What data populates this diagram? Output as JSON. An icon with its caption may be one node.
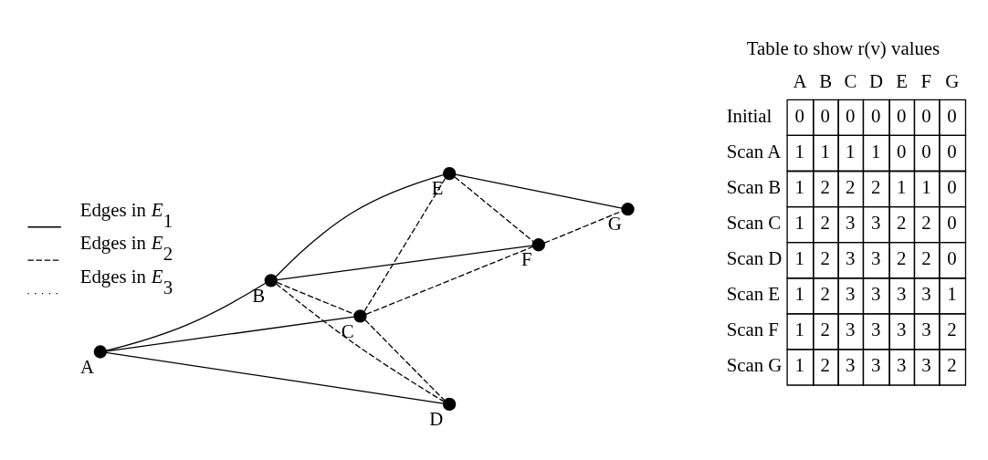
{
  "diagram": {
    "nodes": [
      {
        "text": [],
        "shape": "circle",
        "beside": [
          "A"
        ]
      },
      {
        "text": [],
        "shape": "circle",
        "beside": [
          "D"
        ]
      },
      {
        "text": [],
        "shape": "circle",
        "beside": [
          "B"
        ]
      },
      {
        "text": [],
        "shape": "circle",
        "beside": [
          "C"
        ]
      },
      {
        "text": [],
        "shape": "circle",
        "beside": [
          "E"
        ]
      },
      {
        "text": [],
        "shape": "circle",
        "beside": [
          "F"
        ]
      },
      {
        "text": [],
        "shape": "circle",
        "beside": [
          "G"
        ]
      }
    ],
    "edges": [
      {
        "from": 0,
        "to": 2,
        "arrow": "none"
      },
      {
        "from": 0,
        "to": 3,
        "arrow": "none"
      },
      {
        "from": 0,
        "to": 1,
        "arrow": "none"
      },
      {
        "from": 2,
        "to": 4,
        "arrow": "none"
      },
      {
        "from": 2,
        "to": 5,
        "arrow": "none"
      },
      {
        "from": 4,
        "to": 6,
        "arrow": "none"
      },
      {
        "from": 2,
        "to": 3,
        "arrow": "none",
        "style": "dashed"
      },
      {
        "from": 2,
        "to": 1,
        "arrow": "none",
        "style": "dashed"
      },
      {
        "from": 3,
        "to": 4,
        "arrow": "none",
        "style": "dashed"
      },
      {
        "from": 3,
        "to": 5,
        "arrow": "none",
        "style": "dashed"
      },
      {
        "from": 5,
        "to": 6,
        "arrow": "none",
        "style": "dashed"
      },
      {
        "from": 4,
        "to": 5,
        "arrow": "none",
        "style": "dashed"
      },
      {
        "from": 3,
        "to": 1,
        "arrow": "none",
        "style": "dashed"
      }
    ],
    "labels": [
      "Table to show r(v) values",
      "A",
      "B",
      "C",
      "D",
      "E",
      "F",
      "G",
      "Initial",
      "0",
      "0",
      "0",
      "0",
      "0",
      "0",
      "0",
      "Scan A",
      "1",
      "1",
      "1",
      "1",
      "0",
      "0",
      "0",
      "Scan B",
      "1",
      "2",
      "2",
      "2",
      "1",
      "1",
      "0",
      "Scan C",
      "1",
      "2",
      "3",
      "3",
      "2",
      "2",
      "0",
      "Scan D",
      "1",
      "2",
      "3",
      "3",
      "2",
      "2",
      "0",
      "Scan E",
      "1",
      "2",
      "3",
      "3",
      "3",
      "3",
      "1",
      "Scan F",
      "1",
      "2",
      "3",
      "3",
      "3",
      "3",
      "2",
      "Scan G",
      "1",
      "2",
      "3",
      "3",
      "3",
      "3",
      "2"
    ],
    "legend": [
      {
        "text": "Edges in *E*$_{1}$"
      },
      {
        "text": "Edges in *E*$_{2}$"
      },
      {
        "text": "Edges in *E*$_{3}$"
      }
    ]
  }
}
